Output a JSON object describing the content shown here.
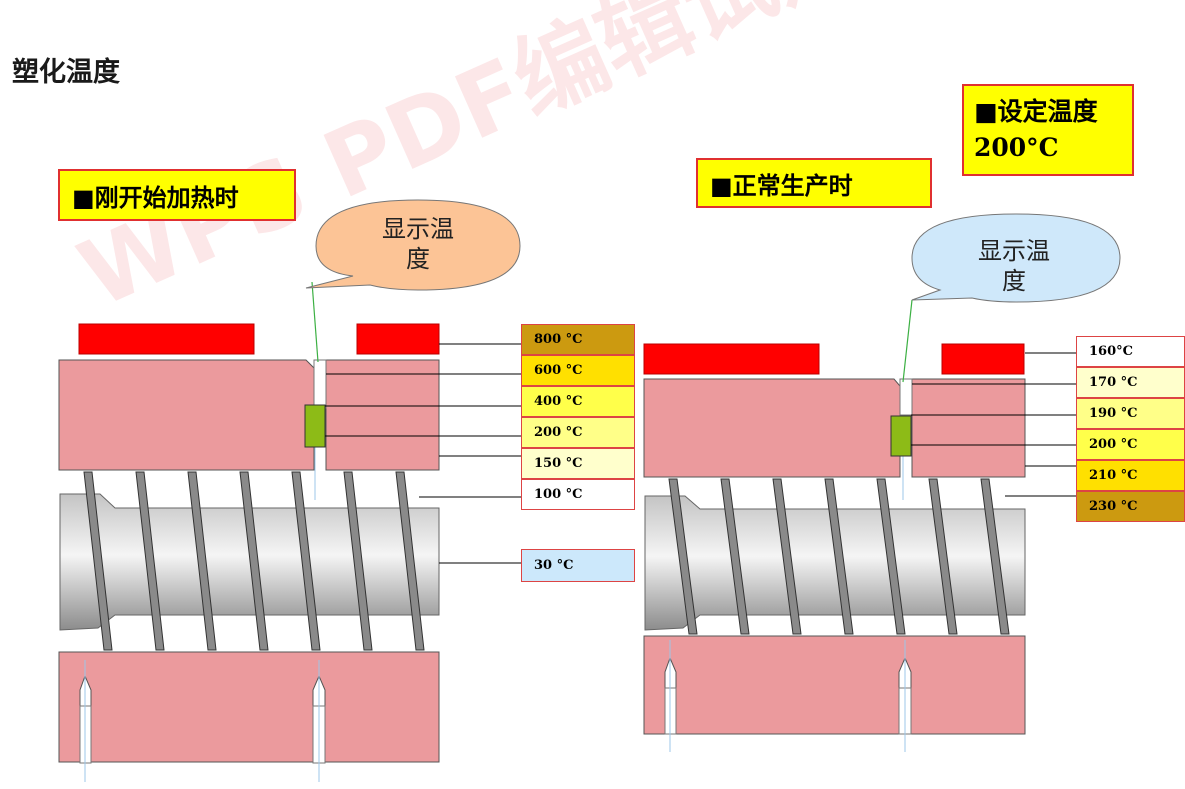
{
  "title": "塑化温度",
  "watermark": "WPS PDF编辑试用",
  "left_panel": {
    "label": "■刚开始加热时",
    "bubble_line1": "显示温",
    "bubble_line2": "度",
    "temps": [
      "800 °C",
      "600 °C",
      "400 °C",
      "200 °C",
      "150 °C",
      "100 °C"
    ],
    "screw_temp": "30 °C"
  },
  "right_panel": {
    "label": "■正常生产时",
    "setting_line1": "■设定温度",
    "setting_line2": "200°C",
    "bubble_line1": "显示温",
    "bubble_line2": "度",
    "temps": [
      "160°C",
      "170 °C",
      "190 °C",
      "200 °C",
      "210 °C",
      "230 °C"
    ]
  },
  "colors": {
    "barrel": "#eb9a9d",
    "heater": "#ff0000",
    "sensor": "#8dbb17",
    "label_bg": "#ffff00",
    "bubble_left": "#fcc496",
    "bubble_right": "#cfe8fa",
    "screw_temp_bg": "#cce8fb"
  }
}
